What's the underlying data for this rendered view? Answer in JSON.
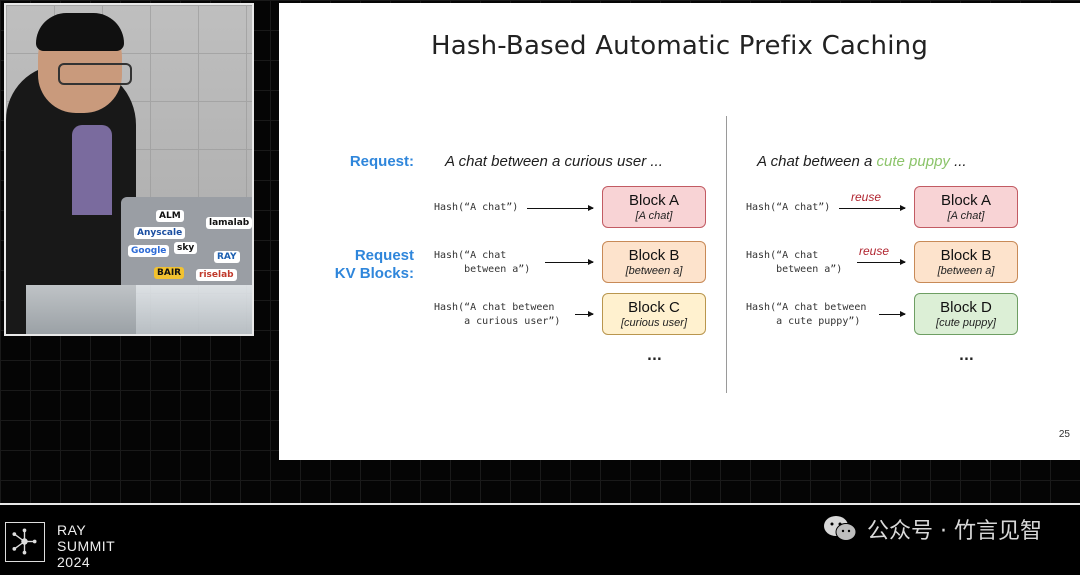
{
  "slide": {
    "title": "Hash-Based Automatic Prefix Caching",
    "request_label": "Request:",
    "kv_label_line1": "Request",
    "kv_label_line2": "KV Blocks:",
    "page_number": "25",
    "left": {
      "request_text": "A chat between a curious user ...",
      "rows": [
        {
          "hash": "Hash(“A chat”)",
          "block_title": "Block A",
          "block_sub": "[A chat]",
          "color": "#f8d3d5"
        },
        {
          "hash": "Hash(“A chat\n     between a”)",
          "block_title": "Block B",
          "block_sub": "[between a]",
          "color": "#fde3cc"
        },
        {
          "hash": "Hash(“A chat between\n     a curious user”)",
          "block_title": "Block C",
          "block_sub": "[curious user]",
          "color": "#fff1cf"
        }
      ],
      "ellipsis": "..."
    },
    "right": {
      "request_prefix": "A chat between a ",
      "request_highlight": "cute puppy",
      "request_suffix": " ...",
      "highlight_color": "#8cc46a",
      "rows": [
        {
          "hash": "Hash(“A chat”)",
          "block_title": "Block A",
          "block_sub": "[A chat]",
          "reuse": "reuse",
          "color": "#f8d3d5"
        },
        {
          "hash": "Hash(“A chat\n     between a”)",
          "block_title": "Block B",
          "block_sub": "[between a]",
          "reuse": "reuse",
          "color": "#fde3cc"
        },
        {
          "hash": "Hash(“A chat between\n     a cute puppy”)",
          "block_title": "Block D",
          "block_sub": "[cute puppy]",
          "color": "#dcefd6"
        }
      ],
      "ellipsis": "..."
    }
  },
  "speaker_video": {
    "stickers": [
      "ALM",
      "Anyscale",
      "lamalab",
      "sky",
      "Google",
      "RAY",
      "BAIR",
      "riselab"
    ]
  },
  "footer": {
    "event_line1": "RAY",
    "event_line2": "SUMMIT",
    "event_line3": "2024",
    "logo_icon": "network-graph-icon",
    "wechat_icon": "wechat-icon",
    "wechat_text": "公众号 · 竹言见智"
  }
}
